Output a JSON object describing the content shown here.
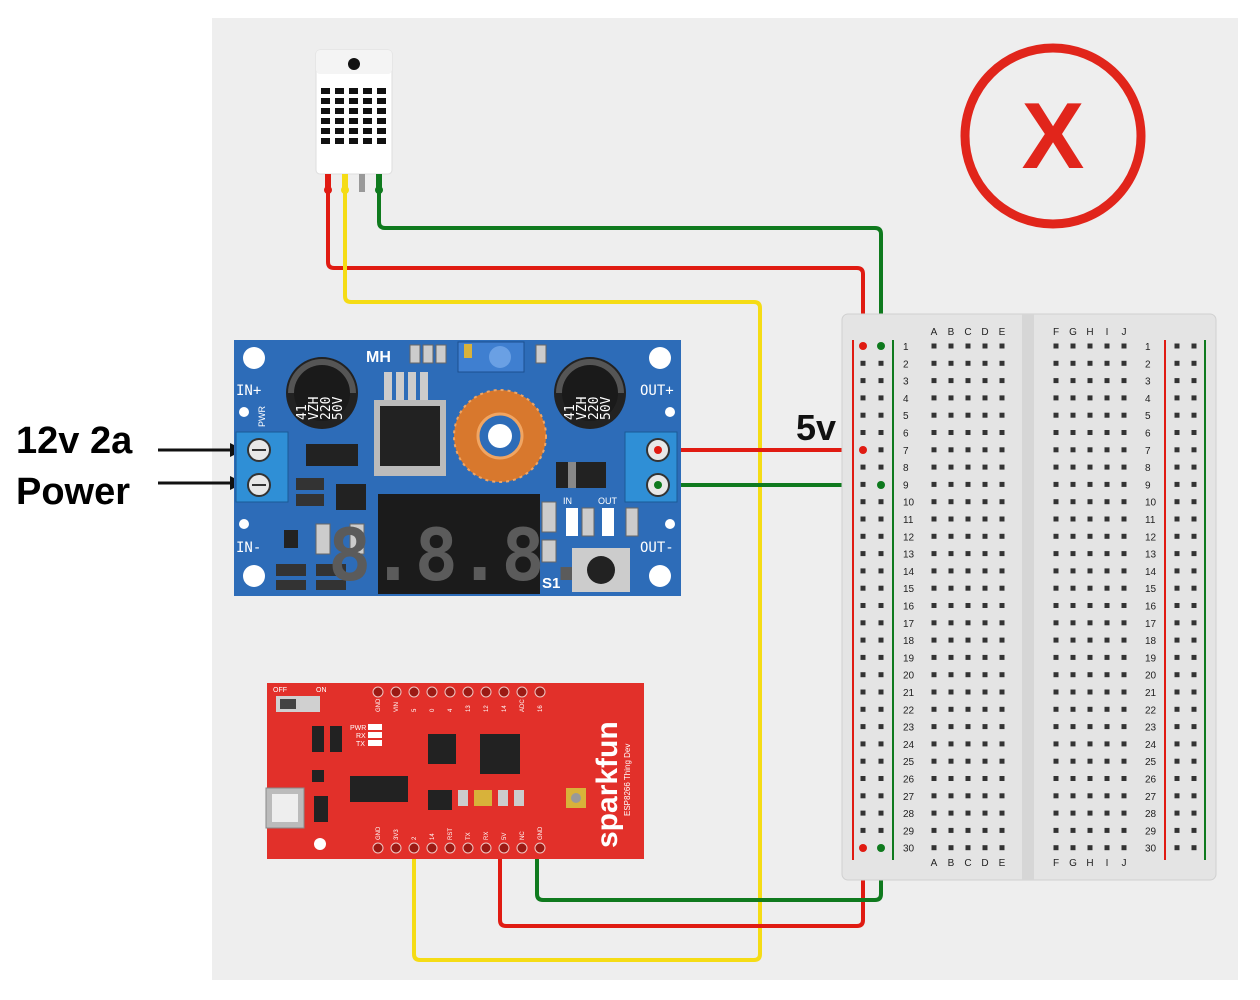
{
  "labels": {
    "power_line1": "12v 2a",
    "power_line2": "Power",
    "voltage": "5v",
    "x_mark": "X"
  },
  "sensor": {
    "text": ""
  },
  "buck": {
    "brand": "MH",
    "in_plus": "IN+",
    "in_minus": "IN-",
    "out_plus": "OUT+",
    "out_minus": "OUT-",
    "pwr": "PWR",
    "led_in": "IN",
    "led_out": "OUT",
    "switch": "S1",
    "display": "8.8.8.",
    "cap_lines": [
      "41",
      "VZH",
      "220",
      "50V"
    ]
  },
  "thing": {
    "brand": "sparkfun",
    "model": "ESP8266 Thing Dev",
    "off": "OFF",
    "on": "ON",
    "pwr": "PWR",
    "rx": "RX",
    "tx": "TX",
    "top_pins": [
      "GND",
      "VIN",
      "5",
      "0",
      "4",
      "13",
      "12",
      "14",
      "ADC",
      "16"
    ],
    "bottom_pins": [
      "GND",
      "3V3",
      "2",
      "14",
      "RST",
      "TX",
      "RX",
      "5V",
      "NC",
      "GND"
    ]
  },
  "breadboard": {
    "left_cols": [
      "A",
      "B",
      "C",
      "D",
      "E"
    ],
    "right_cols": [
      "F",
      "G",
      "H",
      "I",
      "J"
    ],
    "rows": 30
  },
  "colors": {
    "background": "#eeeeee",
    "red_wire": "#e01b12",
    "green_wire": "#0f7a1e",
    "yellow_wire": "#f5dc15",
    "buck_board": "#2d6cb8",
    "thing_board": "#e2302a",
    "x_circle": "#e1251b"
  }
}
